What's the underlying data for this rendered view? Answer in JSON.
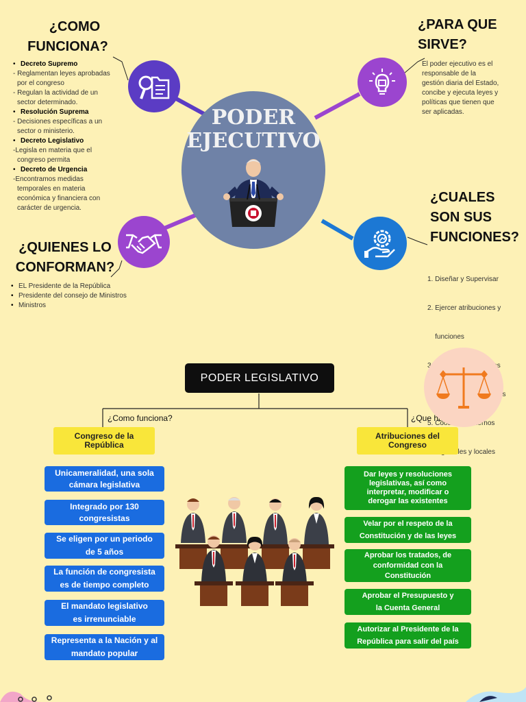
{
  "ejecutivo": {
    "title_line1": "PODER",
    "title_line2": "EJECUTIVO",
    "como_funciona": {
      "heading_line1": "¿COMO",
      "heading_line2": "FUNCIONA?",
      "items": [
        {
          "title": "Decreto Supremo",
          "lines": [
            "- Reglamentan leyes aprobadas",
            "  por el congreso",
            "- Regulan la actividad de un",
            "  sector determinado."
          ]
        },
        {
          "title": "Resolución Suprema",
          "lines": [
            "- Decisiones específicas a un",
            "  sector o ministerio."
          ]
        },
        {
          "title": "Decreto Legislativo",
          "lines": [
            "-Legisla en materia que el",
            "  congreso permita"
          ]
        },
        {
          "title": "Decreto de Urgencia",
          "lines": [
            "-Encontramos medidas",
            "  temporales en materia",
            "  económica y financiera con",
            "  carácter de urgencia."
          ]
        }
      ]
    },
    "para_que_sirve": {
      "heading_line1": "¿PARA QUE",
      "heading_line2": "SIRVE?",
      "lines": [
        "El poder ejecutivo es el",
        "responsable de la",
        "gestión diaria del Estado,",
        "concibe y ejecuta leyes y",
        "políticas que tienen que",
        "ser aplicadas."
      ]
    },
    "cuales_funciones": {
      "heading_line1": "¿CUALES",
      "heading_line2": "SON SUS",
      "heading_line3": "FUNCIONES?",
      "items": [
        "1. Diseñar y Supervisar",
        "2. Ejercer atribuciones y",
        "    funciones",
        "3. Establecer relaciones",
        "4. Hacer cumplir las leyes",
        "5. Coodinar gobiernos",
        "    regionales y locales"
      ]
    },
    "quienes_conforman": {
      "heading_line1": "¿QUIENES LO",
      "heading_line2": "CONFORMAN?",
      "items": [
        "EL Presidente de la República",
        "Presidente del consejo de Ministros",
        "Ministros"
      ]
    }
  },
  "legislativo": {
    "title": "PODER LEGISLATIVO",
    "left_label": "¿Como funciona?",
    "right_label": "¿Que hace?",
    "left_header_line1": "Congreso de la",
    "left_header_line2": "República",
    "right_header_line1": "Atribuciones del",
    "right_header_line2": "Congreso",
    "left_items": [
      [
        "Unicameralidad, una sola",
        "cámara legislativa"
      ],
      [
        "Integrado por 130",
        "congresistas"
      ],
      [
        "Se eligen por un periodo",
        "de 5 años"
      ],
      [
        "La función de congresista",
        "es de tiempo completo"
      ],
      [
        "El mandato legislativo",
        "es irrenunciable"
      ],
      [
        "Representa a la Nación y al",
        "mandato popular"
      ]
    ],
    "right_items": [
      [
        "Dar leyes y resoluciones",
        "legislativas, así como",
        "interpretar, modificar o",
        "derogar las existentes"
      ],
      [
        "Velar por el respeto de la",
        "Constitución y de las leyes"
      ],
      [
        "Aprobar los tratados, de",
        "conformidad con la",
        "Constitución"
      ],
      [
        "Aprobar el Presupuesto y",
        "la Cuenta General"
      ],
      [
        "Autorizar al Presidente de la",
        "República para salir del país"
      ]
    ]
  },
  "colors": {
    "background": "#fdf1b6",
    "purple": "#6a3fc8",
    "magenta": "#9b45cf",
    "blue": "#1a6ce0",
    "green": "#14a01e",
    "yellow": "#f9e63a",
    "center_circle": "#6f82a7"
  }
}
